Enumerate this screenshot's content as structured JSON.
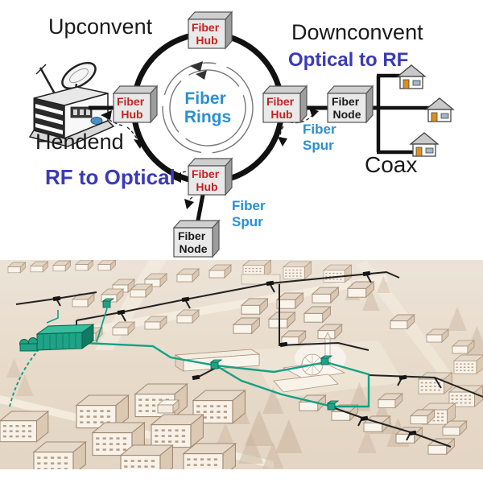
{
  "diagram": {
    "labels": {
      "upconvert": "Upconvent",
      "downconvert": "Downconvent",
      "optical_to_rf": "Optical to RF",
      "rf_to_optical": "RF to Optical",
      "headend": "Hendend",
      "coax": "Coax"
    },
    "fiber_rings": {
      "line1": "Fiber",
      "line2": "Rings"
    },
    "fiber_hub": {
      "line1": "Fiber",
      "line2": "Hub"
    },
    "fiber_node": {
      "line1": "Fiber",
      "line2": "Node"
    },
    "fiber_spur": {
      "line1": "Fiber",
      "line2": "Spur"
    },
    "colors": {
      "ring": "#111111",
      "hub_text": "#c42222",
      "node_text": "#1a1a1a",
      "blue_label": "#3a3ab8",
      "cyan_label": "#2b8fd2",
      "box_face": "#e9e9e9"
    }
  },
  "photo": {
    "colors": {
      "background": "#e9dfd3",
      "fiber_teal": "#16a085",
      "coax_black": "#222222",
      "headend_teal": "#1fa387"
    }
  }
}
